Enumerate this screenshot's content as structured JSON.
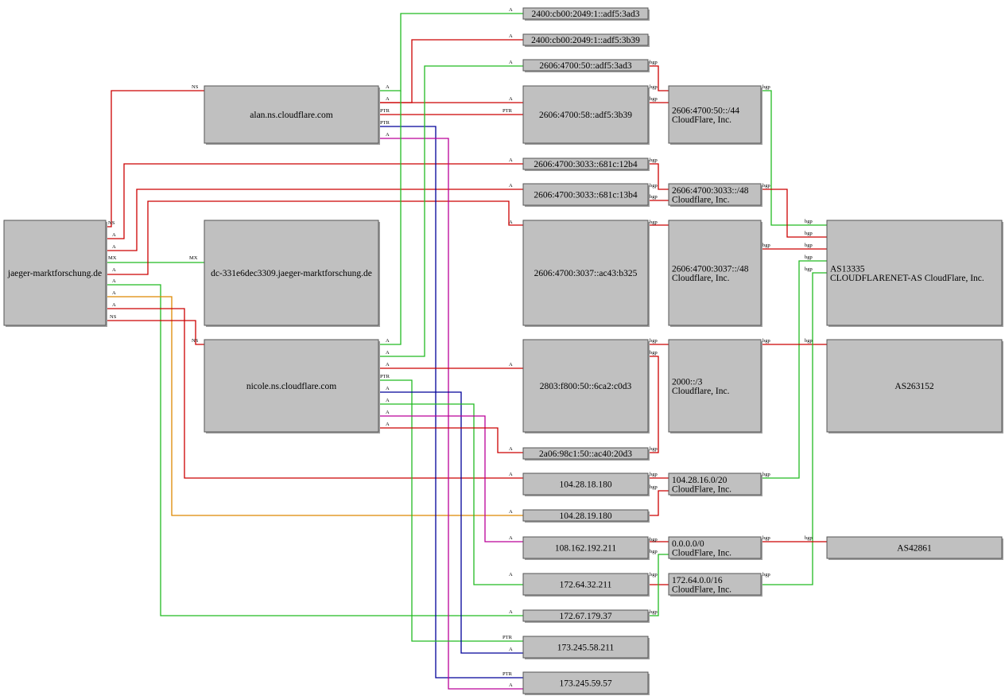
{
  "colors": {
    "red": "#cc0000",
    "green": "#22bb22",
    "blue": "#000099",
    "magenta": "#bb0099",
    "orange": "#dd8800",
    "node_fill": "#c0c0c0"
  },
  "nodes": {
    "domain": {
      "lines": [
        "jaeger-marktforschung.de"
      ]
    },
    "alan": {
      "lines": [
        "alan.ns.cloudflare.com"
      ]
    },
    "mx": {
      "lines": [
        "dc-331e6dec3309.jaeger-marktforschung.de"
      ]
    },
    "nicole": {
      "lines": [
        "nicole.ns.cloudflare.com"
      ]
    },
    "v6_1": {
      "lines": [
        "2400:cb00:2049:1::adf5:3ad3"
      ]
    },
    "v6_2": {
      "lines": [
        "2400:cb00:2049:1::adf5:3b39"
      ]
    },
    "v6_3": {
      "lines": [
        "2606:4700:50::adf5:3ad3"
      ]
    },
    "v6_4": {
      "lines": [
        "2606:4700:58::adf5:3b39"
      ]
    },
    "v6_5": {
      "lines": [
        "2606:4700:3033::681c:12b4"
      ]
    },
    "v6_6": {
      "lines": [
        "2606:4700:3033::681c:13b4"
      ]
    },
    "v6_7": {
      "lines": [
        "2606:4700:3037::ac43:b325"
      ]
    },
    "v6_8": {
      "lines": [
        "2803:f800:50::6ca2:c0d3"
      ]
    },
    "v6_9": {
      "lines": [
        "2a06:98c1:50::ac40:20d3"
      ]
    },
    "v4_1": {
      "lines": [
        "104.28.18.180"
      ]
    },
    "v4_2": {
      "lines": [
        "104.28.19.180"
      ]
    },
    "v4_3": {
      "lines": [
        "108.162.192.211"
      ]
    },
    "v4_4": {
      "lines": [
        "172.64.32.211"
      ]
    },
    "v4_5": {
      "lines": [
        "172.67.179.37"
      ]
    },
    "v4_6": {
      "lines": [
        "173.245.58.211"
      ]
    },
    "v4_7": {
      "lines": [
        "173.245.59.57"
      ]
    },
    "pfx1": {
      "lines": [
        "2606:4700:50::/44",
        "CloudFlare, Inc."
      ]
    },
    "pfx2": {
      "lines": [
        "2606:4700:3033::/48",
        "Cloudflare, Inc."
      ]
    },
    "pfx3": {
      "lines": [
        "2606:4700:3037::/48",
        "Cloudflare, Inc."
      ]
    },
    "pfx4": {
      "lines": [
        "2000::/3",
        "Cloudflare, Inc."
      ]
    },
    "pfx5": {
      "lines": [
        "104.28.16.0/20",
        "CloudFlare, Inc."
      ]
    },
    "pfx6": {
      "lines": [
        "0.0.0.0/0",
        "CloudFlare, Inc."
      ]
    },
    "pfx7": {
      "lines": [
        "172.64.0.0/16",
        "CloudFlare, Inc."
      ]
    },
    "as1": {
      "lines": [
        "AS13335",
        "CLOUDFLARENET-AS CloudFlare, Inc."
      ]
    },
    "as2": {
      "lines": [
        "AS263152"
      ]
    },
    "as3": {
      "lines": [
        "AS42861"
      ]
    }
  },
  "edge_labels": {
    "ns": "NS",
    "a": "A",
    "mx": "MX",
    "ptr": "PTR",
    "bgp": "bgp"
  }
}
